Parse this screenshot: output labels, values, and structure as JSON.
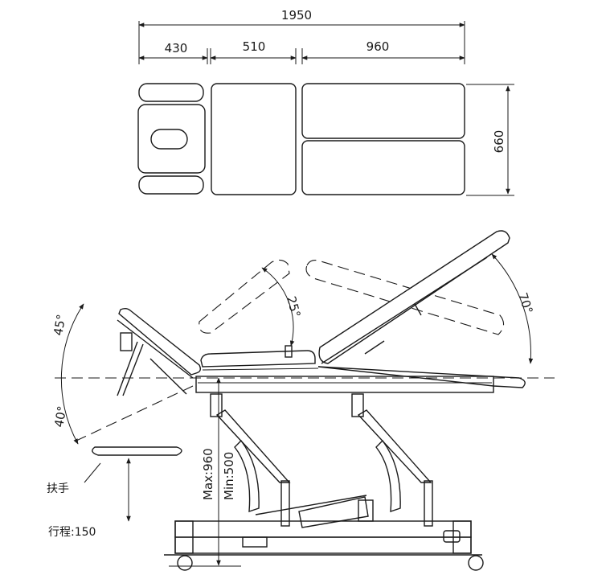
{
  "top_view": {
    "dimensions": {
      "total_length": "1950",
      "head_section": "430",
      "middle_section": "510",
      "back_section": "960",
      "width": "660"
    }
  },
  "side_view": {
    "angles": {
      "head_up": "45°",
      "head_down": "40°",
      "middle_tilt": "25°",
      "back_tilt": "70°"
    },
    "height": {
      "max": "Max:960",
      "min": "Min:500"
    },
    "armrest": {
      "label": "扶手",
      "travel": "行程:150"
    }
  }
}
